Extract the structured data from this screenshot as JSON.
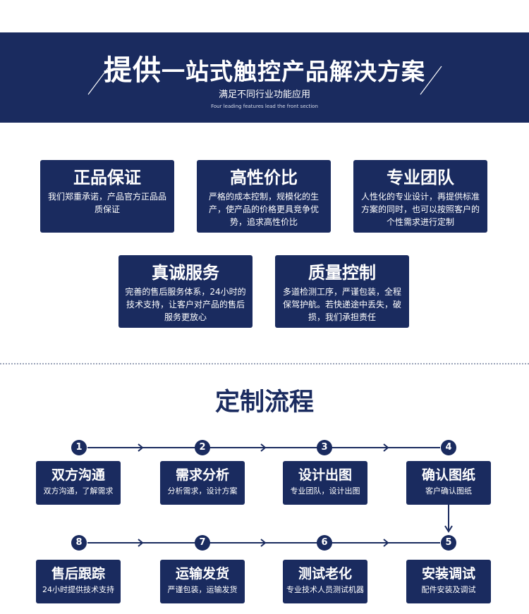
{
  "banner": {
    "title_first": "提供",
    "title_rest": "一站式触控产品解决方案",
    "subtitle": "满足不同行业功能应用",
    "subtitle_en": "Four leading features lead the front section"
  },
  "features": [
    {
      "title": "正品保证",
      "desc": "我们郑重承诺，产品官方正品品质保证"
    },
    {
      "title": "高性价比",
      "desc": "严格的成本控制，规模化的生产，使产品的价格更具竞争优势，追求高性价比"
    },
    {
      "title": "专业团队",
      "desc": "人性化的专业设计，再提供标准方案的同时，也可以按照客户的个性需求进行定制"
    },
    {
      "title": "真诚服务",
      "desc": "完善的售后服务体系，24小时的技术支持，让客户对产品的售后服务更放心"
    },
    {
      "title": "质量控制",
      "desc": "多道检测工序，严谨包装，全程保驾护航。若快递途中丢失，破损，我们承担责任"
    }
  ],
  "process": {
    "title": "定制流程",
    "steps": [
      {
        "num": "1",
        "title": "双方沟通",
        "desc": "双方沟通，了解需求"
      },
      {
        "num": "2",
        "title": "需求分析",
        "desc": "分析需求，设计方案"
      },
      {
        "num": "3",
        "title": "设计出图",
        "desc": "专业团队，设计出图"
      },
      {
        "num": "4",
        "title": "确认图纸",
        "desc": "客户确认图纸"
      },
      {
        "num": "5",
        "title": "安装调试",
        "desc": "配件安装及调试"
      },
      {
        "num": "6",
        "title": "测试老化",
        "desc": "专业技术人员测试机器"
      },
      {
        "num": "7",
        "title": "运输发货",
        "desc": "严谨包装，运输发货"
      },
      {
        "num": "8",
        "title": "售后跟踪",
        "desc": "24小时提供技术支持"
      }
    ]
  },
  "colors": {
    "navy": "#1a2b5f",
    "dots": "#9aa3b8"
  }
}
